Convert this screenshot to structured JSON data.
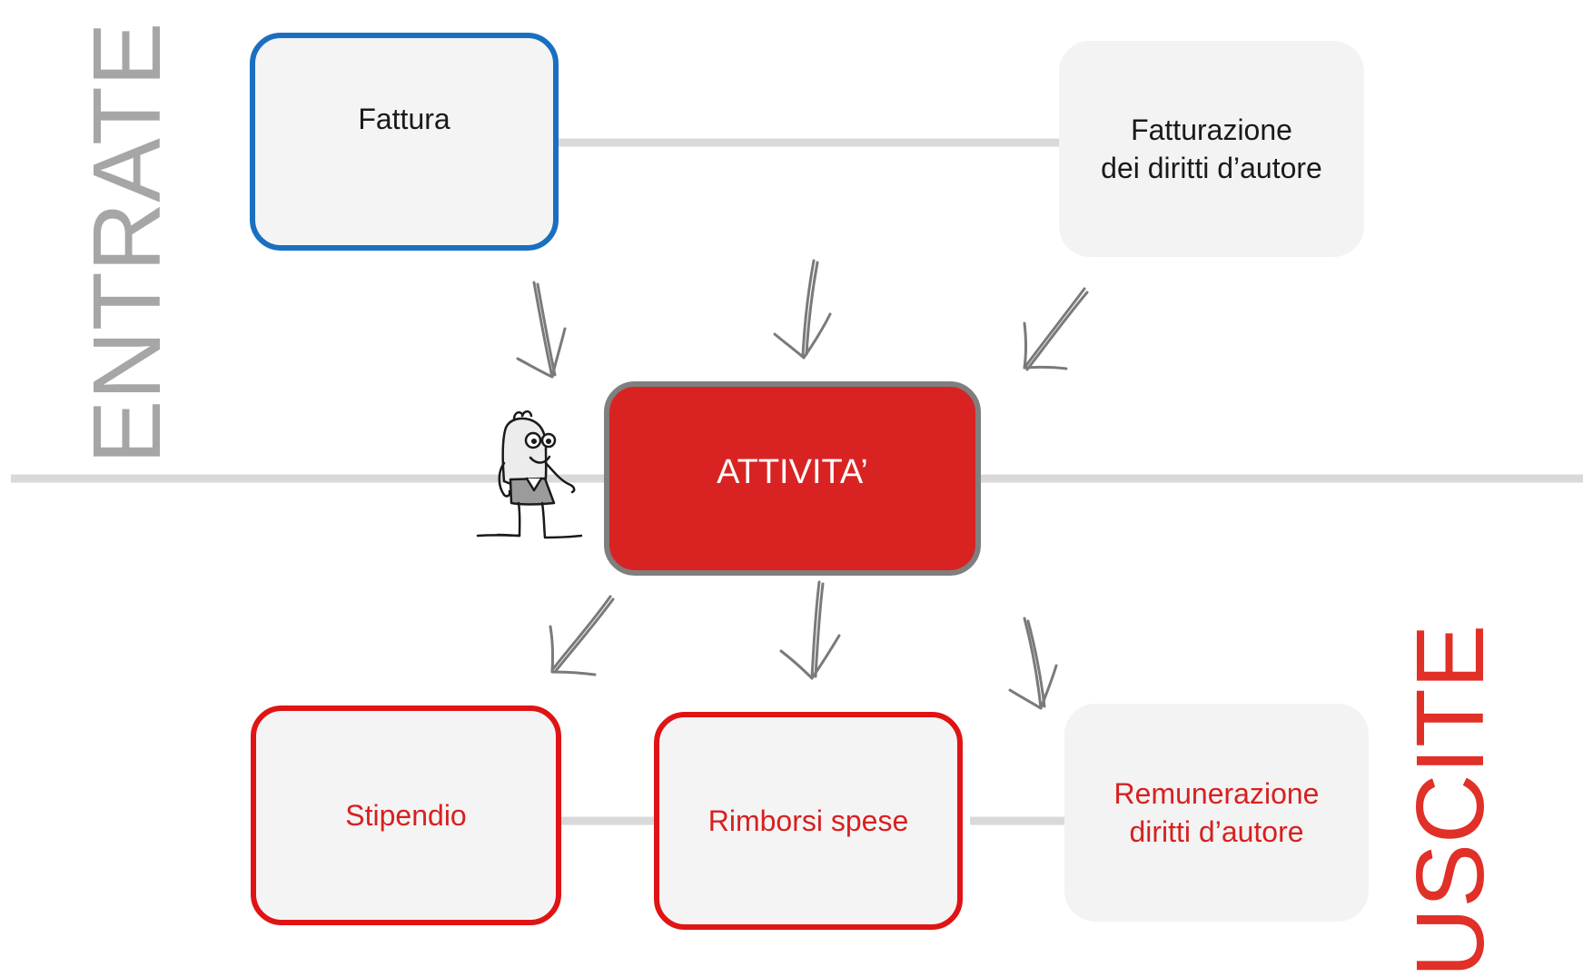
{
  "labels": {
    "entrate": "ENTRATE",
    "uscite": "USCITE"
  },
  "boxes": {
    "fattura": {
      "lines": [
        "Fattura"
      ]
    },
    "fatturazione": {
      "lines": [
        "Fatturazione",
        "dei diritti d’autore"
      ]
    },
    "attivita": {
      "lines": [
        "ATTIVITA’"
      ]
    },
    "stipendio": {
      "lines": [
        "Stipendio"
      ]
    },
    "rimborsi": {
      "lines": [
        "Rimborsi spese"
      ]
    },
    "remunerazione": {
      "lines": [
        "Remunerazione",
        "diritti d’autore"
      ]
    }
  },
  "colors": {
    "entrate_label": "#a6a6a6",
    "uscite_label": "#e03027",
    "blue_border": "#1a6fc0",
    "red_border": "#e01414",
    "activity_fill": "#d92323",
    "activity_border": "#7f7f7f",
    "connector": "#d9d9d9",
    "arrow": "#7a7a7a"
  }
}
